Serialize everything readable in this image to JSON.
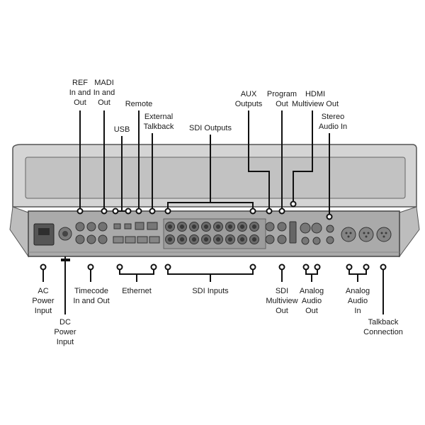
{
  "labels": {
    "ref": "REF\nIn and\nOut",
    "madi": "MADI\nIn and\nOut",
    "usb": "USB",
    "remote": "Remote",
    "external_talkback": "External\nTalkback",
    "sdi_outputs": "SDI Outputs",
    "aux_outputs": "AUX\nOutputs",
    "program_out": "Program\nOut",
    "hdmi_multiview_out": "HDMI\nMultiview Out",
    "stereo_audio_in": "Stereo\nAudio In",
    "ac_power_input": "AC\nPower\nInput",
    "dc_power_input": "DC\nPower\nInput",
    "timecode": "Timecode\nIn and Out",
    "ethernet": "Ethernet",
    "sdi_inputs": "SDI Inputs",
    "sdi_multiview_out": "SDI\nMultiview\nOut",
    "analog_audio_out": "Analog\nAudio\nOut",
    "analog_audio_in": "Analog\nAudio\nIn",
    "talkback_connection": "Talkback\nConnection"
  },
  "colors": {
    "line": "#111111",
    "panel_top": "#d4d4d4",
    "panel_inner": "#c2c2c2",
    "panel_bottom": "#aaaaaa",
    "connector_dark": "#6b6b6b"
  }
}
